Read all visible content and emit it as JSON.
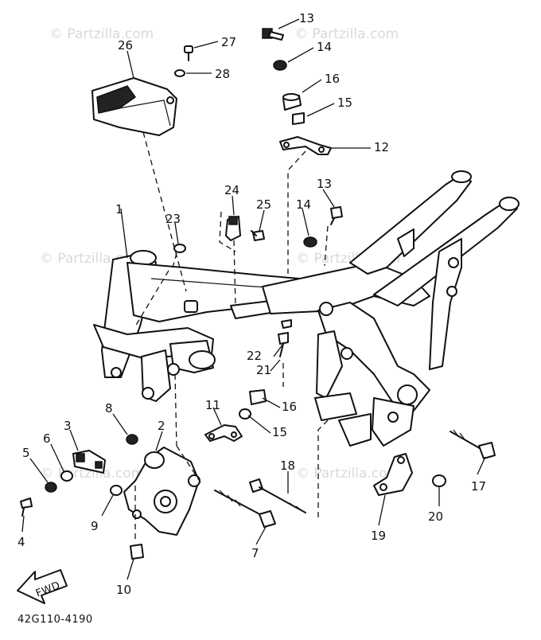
{
  "diagram": {
    "drawing_code": "42G110-4190",
    "fwd_label": "FWD",
    "watermark": "© Partzilla.com",
    "callouts": {
      "n1": "1",
      "n2": "2",
      "n3": "3",
      "n4": "4",
      "n5": "5",
      "n6": "6",
      "n7": "7",
      "n8": "8",
      "n9": "9",
      "n10": "10",
      "n11": "11",
      "n12": "12",
      "n13a": "13",
      "n13b": "13",
      "n14a": "14",
      "n14b": "14",
      "n15a": "15",
      "n15b": "15",
      "n16a": "16",
      "n16b": "16",
      "n17": "17",
      "n18": "18",
      "n19": "19",
      "n20": "20",
      "n21": "21",
      "n22": "22",
      "n23": "23",
      "n24": "24",
      "n25": "25",
      "n26": "26",
      "n27": "27",
      "n28": "28"
    }
  }
}
